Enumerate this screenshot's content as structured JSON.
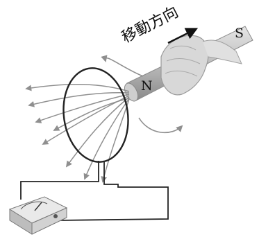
{
  "labels": {
    "movement_direction": "移動方向",
    "north_pole": "N",
    "south_pole": "S"
  },
  "colors": {
    "field_line": "#8f8f8f",
    "coil": "#222222",
    "magnet": "#bfbfbf",
    "hand": "#d6d6d6"
  }
}
